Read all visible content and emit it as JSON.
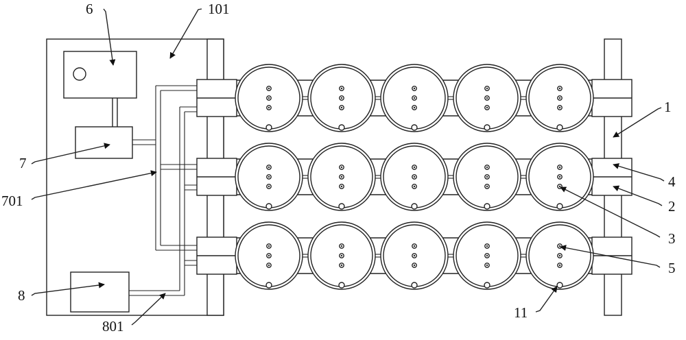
{
  "labels": {
    "l6": "6",
    "l101": "101",
    "l1": "1",
    "l7": "7",
    "l4": "4",
    "l701": "701",
    "l2": "2",
    "l3": "3",
    "l5": "5",
    "l8": "8",
    "l11": "11",
    "l801": "801"
  },
  "layout": {
    "rows": 3,
    "drums_per_row": 5,
    "dots_per_drum": 3
  }
}
